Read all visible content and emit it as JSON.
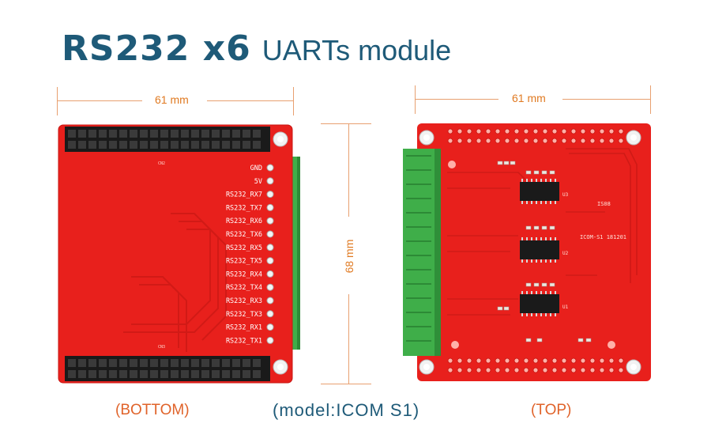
{
  "title": {
    "bold": "RS232 x6",
    "light": "UARTs module"
  },
  "dimensions": {
    "left_width": "61 mm",
    "right_width": "61 mm",
    "height": "68 mm"
  },
  "captions": {
    "bottom": "(BOTTOM)",
    "model": "(model:ICOM S1)",
    "top": "(TOP)"
  },
  "pin_labels": [
    "GND",
    "5V",
    "RS232_RX7",
    "RS232_TX7",
    "RS232_RX6",
    "RS232_TX6",
    "RS232_RX5",
    "RS232_TX5",
    "RS232_RX4",
    "RS232_TX4",
    "RS232_RX3",
    "RS232_TX3",
    "RS232_RX1",
    "RS232_TX1"
  ],
  "board_marks": {
    "chip_u1": "U1",
    "chip_u2": "U2",
    "chip_u3": "U3",
    "silk_1": "ICOM-S1 181201",
    "silk_2": "IS08",
    "cn2": "CN2",
    "cn3": "CN3"
  },
  "colors": {
    "pcb": "#e8201c",
    "terminal": "#3fae49",
    "header": "#1a1a1a",
    "title": "#1e5a78",
    "dimension": "#e07a22"
  }
}
